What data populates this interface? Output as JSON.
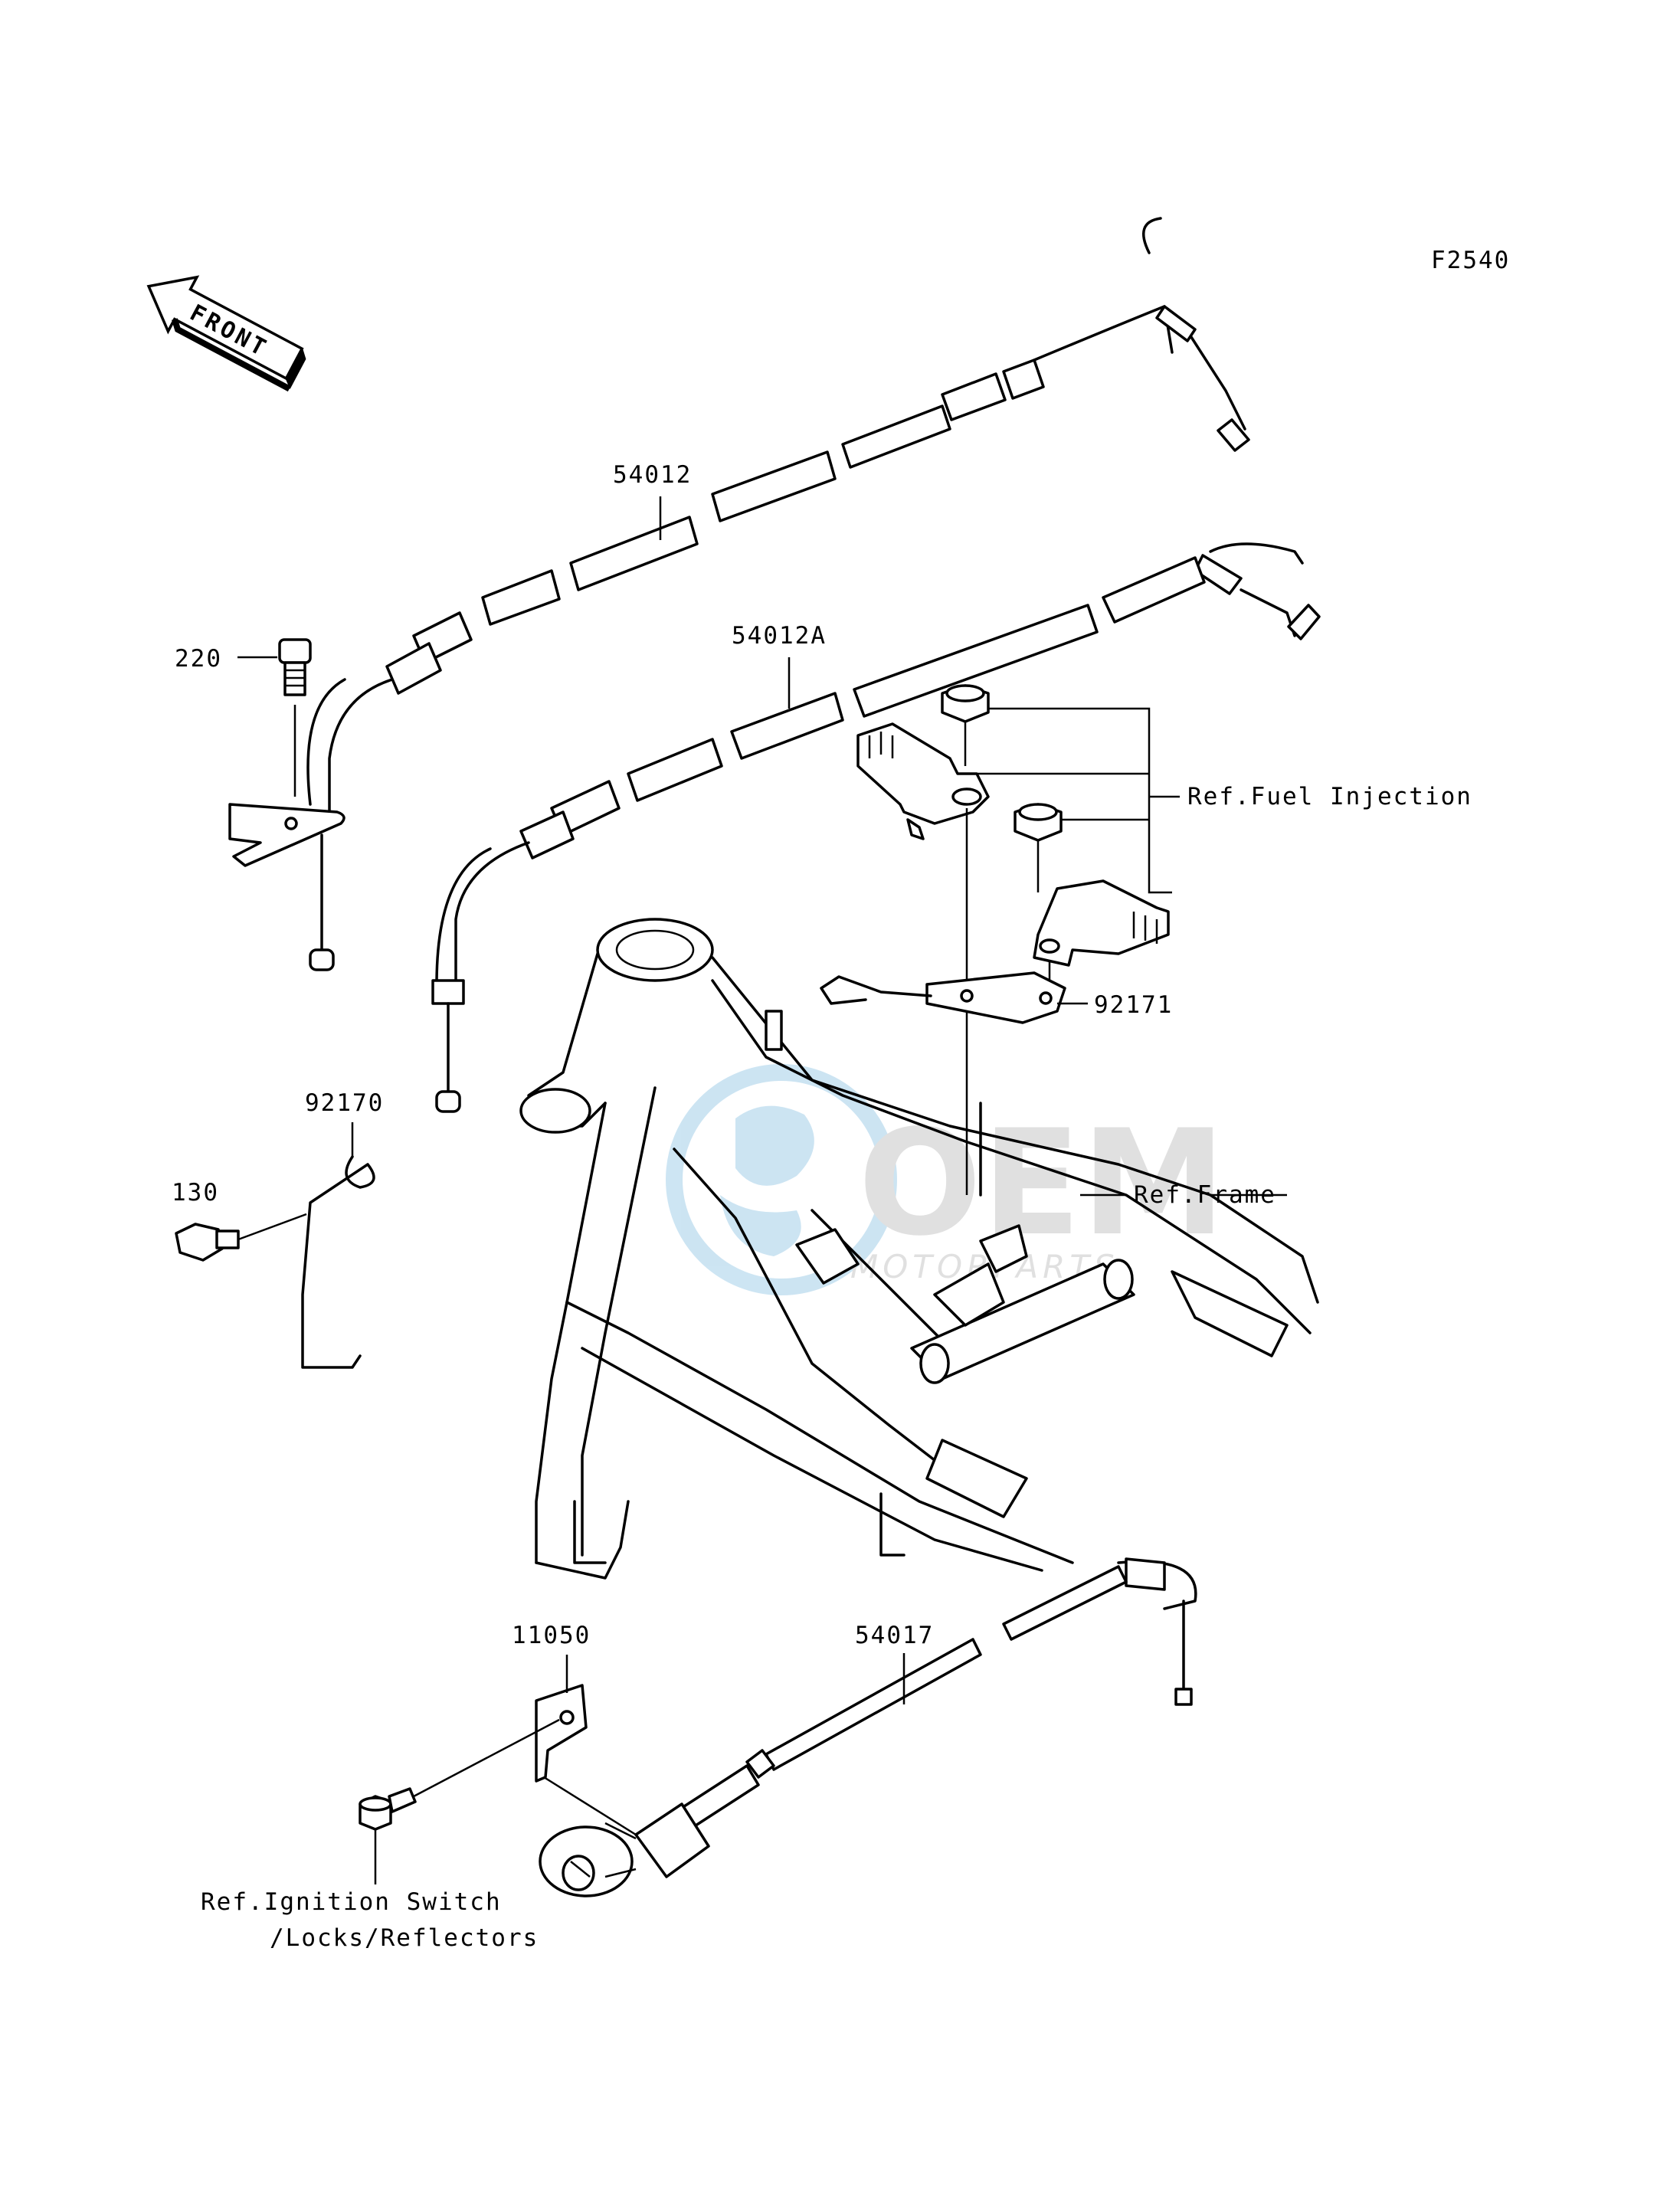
{
  "diagram_code": "F2540",
  "front_arrow_text": "FRONT",
  "watermark": {
    "brand": "OEM",
    "sub": "MOTORPARTS",
    "color": "#1a88c9"
  },
  "callouts": {
    "p54012": "54012",
    "p54012A": "54012A",
    "p220": "220",
    "p92170": "92170",
    "p130": "130",
    "p92171": "92171",
    "p11050": "11050",
    "p54017": "54017",
    "ref_fuel": "Ref.Fuel Injection",
    "ref_frame": "Ref.Frame",
    "ref_ign_1": "Ref.Ignition Switch",
    "ref_ign_2": "/Locks/Reflectors"
  }
}
